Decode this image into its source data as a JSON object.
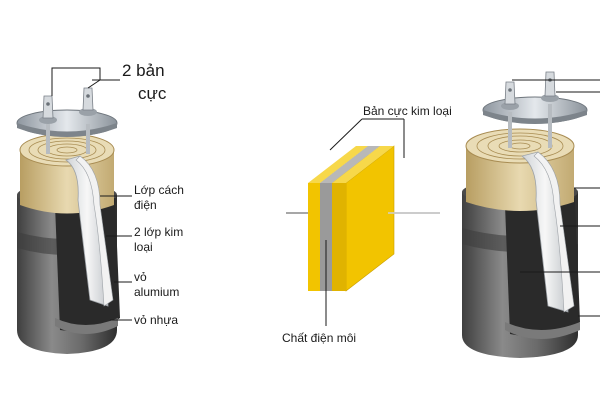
{
  "left_capacitor": {
    "labels": {
      "terminals": [
        "2 bản",
        "cực"
      ],
      "insulation": [
        "Lớp cách",
        "điện"
      ],
      "metal_layers": [
        "2 lớp kim",
        "loại"
      ],
      "aluminum_shell": [
        "vỏ",
        "alumium"
      ],
      "plastic_shell": "vỏ nhựa"
    }
  },
  "plate_diagram": {
    "labels": {
      "metal_plates": "Bản cực kim loại",
      "dielectric": "Chất điện môi"
    }
  },
  "colors": {
    "plate_yellow": "#f2c400",
    "dielectric_gray": "#9a9a9a",
    "shell_gray": "#5d5d5d",
    "foil_tan": "#d9c79a",
    "lid_metal": "#c7cdd4"
  }
}
